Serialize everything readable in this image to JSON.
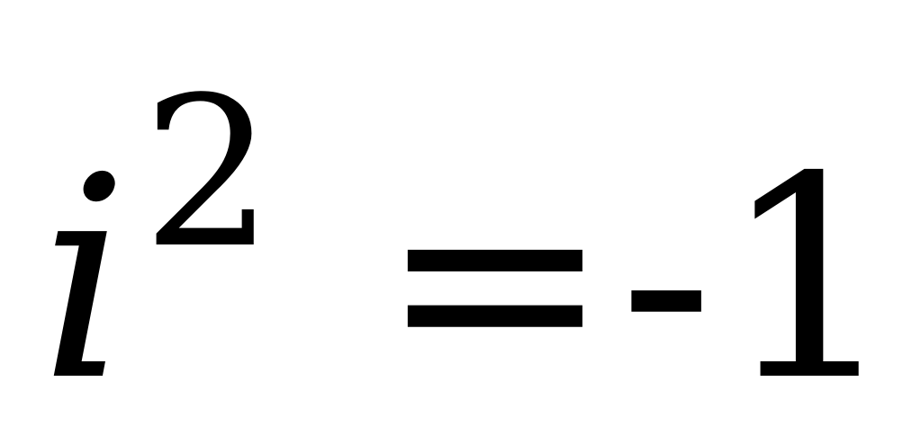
{
  "equation": {
    "base": "i",
    "exponent": "2",
    "rhs": "=-1"
  }
}
